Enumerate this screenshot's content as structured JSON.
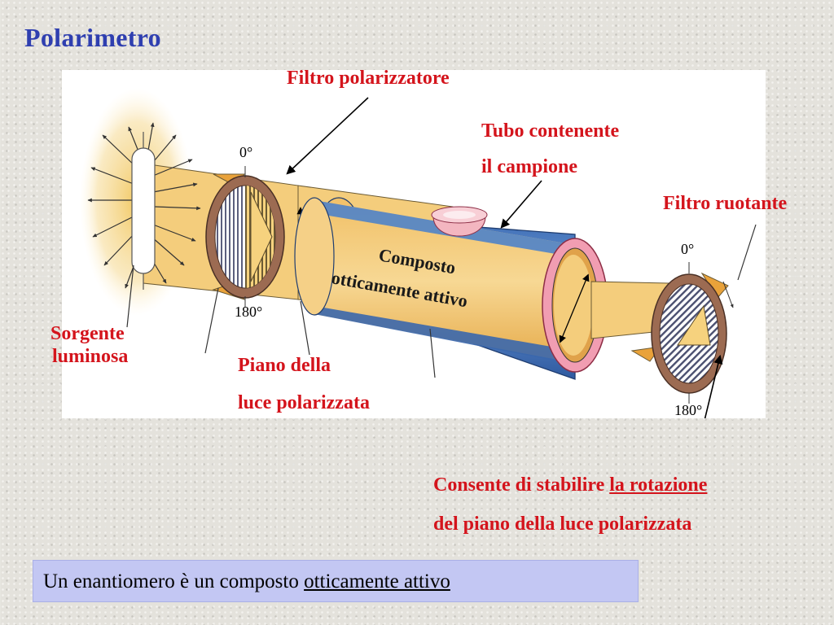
{
  "title": "Polarimetro",
  "labels": {
    "polarizer_filter": "Filtro polarizzatore",
    "sample_tube_line1": "Tubo contenente",
    "sample_tube_line2": "il campione",
    "rotating_filter": "Filtro ruotante",
    "light_source_line1": "Sorgente",
    "light_source_line2": "luminosa",
    "polarized_plane_line1": "Piano della",
    "polarized_plane_line2": "luce polarizzata",
    "compound_line1": "Composto",
    "compound_line2": "otticamente attivo",
    "deg_0_left": "0°",
    "deg_180_left": "180°",
    "deg_0_right": "0°",
    "deg_180_right": "180°"
  },
  "note": {
    "line1_prefix": "Consente di stabilire ",
    "line1_underlined": "la rotazione",
    "line2": "del piano della luce polarizzata"
  },
  "statement": {
    "prefix": "Un enantiomero è un composto ",
    "underlined": "otticamente attivo"
  },
  "colors": {
    "title": "#2f3fb0",
    "label_red": "#d4141c",
    "beam": "#f3c874",
    "tube_blue": "#4f83c9",
    "filter_rim": "#9c6b52",
    "statement_box": "#c3c7f3"
  }
}
